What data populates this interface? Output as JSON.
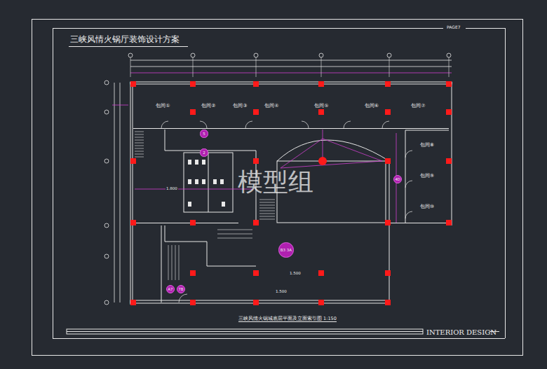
{
  "diagram": {
    "title": "三峡风情火锅厅装饰设计方案",
    "caption": "三峡风情火锅城底层平面及立面索引图 1:150",
    "nodes": [
      {
        "text": [
          "包间①"
        ]
      },
      {
        "text": [
          "包间②"
        ]
      },
      {
        "text": [
          "包间③"
        ]
      },
      {
        "text": [
          "包间④"
        ]
      },
      {
        "text": [
          "包间⑤"
        ]
      },
      {
        "text": [
          "包间⑥"
        ]
      },
      {
        "text": [
          "包间⑦"
        ]
      },
      {
        "text": [
          "包间⑧"
        ]
      },
      {
        "text": [
          "包间⑨"
        ]
      },
      {
        "text": [
          "包间⑩"
        ]
      },
      {
        "text": [
          "5"
        ]
      },
      {
        "text": [
          "2"
        ]
      },
      {
        "text": [
          "4D"
        ]
      },
      {
        "text": [
          "B3 3A"
        ]
      },
      {
        "text": [
          "A7"
        ]
      },
      {
        "text": [
          "7B"
        ]
      }
    ],
    "edges": [],
    "labels": [
      "PAGE7",
      "INTERIOR DESIGN",
      "模型组",
      "1.800",
      "1.500",
      "1.500"
    ]
  }
}
